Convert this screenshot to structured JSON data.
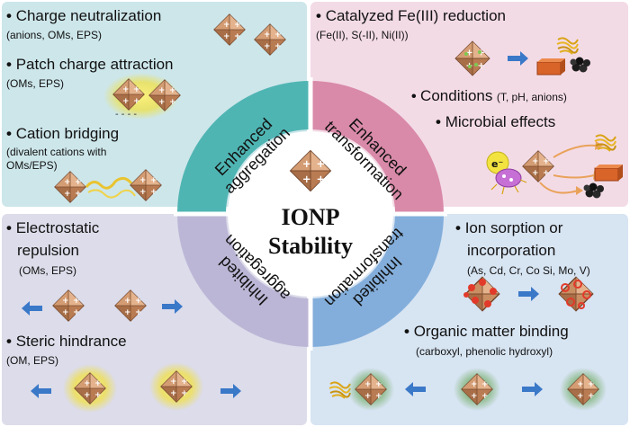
{
  "center": {
    "line1": "IONP",
    "line2": "Stability"
  },
  "ring": {
    "enhanced_aggregation": [
      "Enhanced",
      "aggregation"
    ],
    "enhanced_transformation": [
      "Enhanced",
      "transformation"
    ],
    "inhibited_aggregation": [
      "Inhibited",
      "aggregation"
    ],
    "inhibited_transformation": [
      "Inhibited",
      "transformation"
    ]
  },
  "top_left": {
    "charge_neutralization": "Charge neutralization",
    "charge_neutralization_detail": "(anions, OMs, EPS)",
    "patch_charge": "Patch charge attraction",
    "patch_charge_detail": "(OMs, EPS)",
    "cation_bridging": "Cation bridging",
    "cation_bridging_detail_1": "(divalent cations with",
    "cation_bridging_detail_2": "OMs/EPS)"
  },
  "top_right": {
    "catalyzed": "Catalyzed Fe(III) reduction",
    "catalyzed_detail": "(Fe(II), S(-II), Ni(II))",
    "conditions": "Conditions",
    "conditions_detail": "(T, pH, anions)",
    "microbial": "Microbial effects",
    "electron": "e⁻"
  },
  "bottom_left": {
    "electrostatic_1": "Electrostatic",
    "electrostatic_2": "repulsion",
    "electrostatic_detail": "(OMs, EPS)",
    "steric": "Steric hindrance",
    "steric_detail": "(OM, EPS)"
  },
  "bottom_right": {
    "ion_sorption_1": "Ion sorption or",
    "ion_sorption_2": "incorporation",
    "ion_sorption_detail": "(As, Cd, Cr, Co Si, Mo, V)",
    "organic": "Organic matter binding",
    "organic_detail": "(carboxyl, phenolic hydroxyl)"
  },
  "colors": {
    "enhanced_aggregation": "#4fb5b3",
    "enhanced_transformation": "#d98aa8",
    "inhibited_aggregation": "#bcb6d6",
    "inhibited_transformation": "#83aedb",
    "arrow": "#3a78c8",
    "particle": "#c98f63"
  }
}
